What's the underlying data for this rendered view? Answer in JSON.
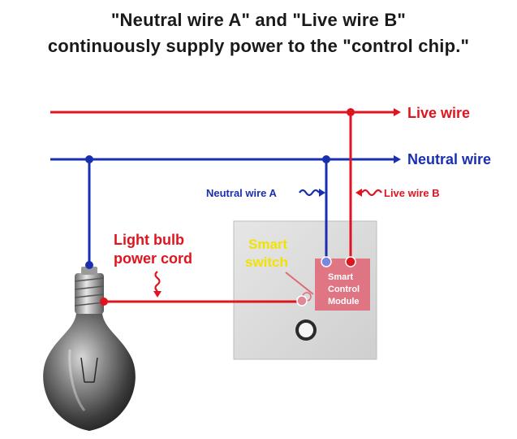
{
  "title": {
    "line1": "\"Neutral wire A\" and \"Live wire B\"",
    "line2": "continuously supply power to the \"control chip.\""
  },
  "labels": {
    "live_wire": "Live wire",
    "neutral_wire": "Neutral wire",
    "neutral_wire_a": "Neutral wire A",
    "live_wire_b": "Live wire B",
    "light_bulb_line1": "Light bulb",
    "light_bulb_line2": "power cord",
    "smart_switch_line1": "Smart",
    "smart_switch_line2": "switch",
    "module_line1": "Smart",
    "module_line2": "Control",
    "module_line3": "Module"
  },
  "colors": {
    "live": "#e0141e",
    "neutral": "#1a2fb0",
    "smart_switch_text": "#f2e200",
    "module_fill": "#e06a7a",
    "switch_plate": "#dcdcdc"
  }
}
